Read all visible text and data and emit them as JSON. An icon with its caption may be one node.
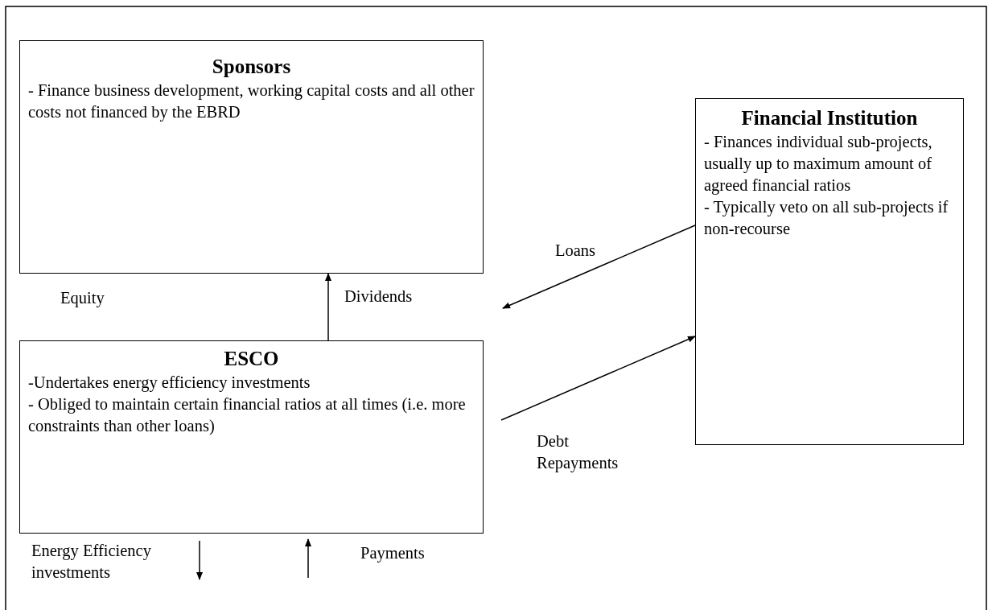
{
  "diagram": {
    "nodes": [
      {
        "text": [
          "Sponsors",
          "- Finance business development, working capital costs and all other costs not financed by the EBRD"
        ]
      },
      {
        "text": [
          "Financial Institution",
          "- Finances individual sub-projects, usually up to maximum amount of agreed financial ratios",
          "- Typically veto on all sub-projects if non-recourse"
        ]
      },
      {
        "text": [
          "ESCO",
          "-Undertakes energy efficiency investments",
          "- Obliged to maintain certain financial ratios at all times (i.e. more constraints than other loans)"
        ]
      }
    ],
    "edges": [
      {
        "from": 2,
        "to": 0,
        "arrow": "to",
        "label": "Dividends"
      },
      {
        "from": 1,
        "to": null,
        "arrow": "to",
        "label": "Loans"
      },
      {
        "from": null,
        "to": 1,
        "arrow": "to",
        "label": "Debt Repayments"
      }
    ],
    "labels": [
      "Equity",
      "Energy Efficiency investments",
      "Payments"
    ]
  }
}
